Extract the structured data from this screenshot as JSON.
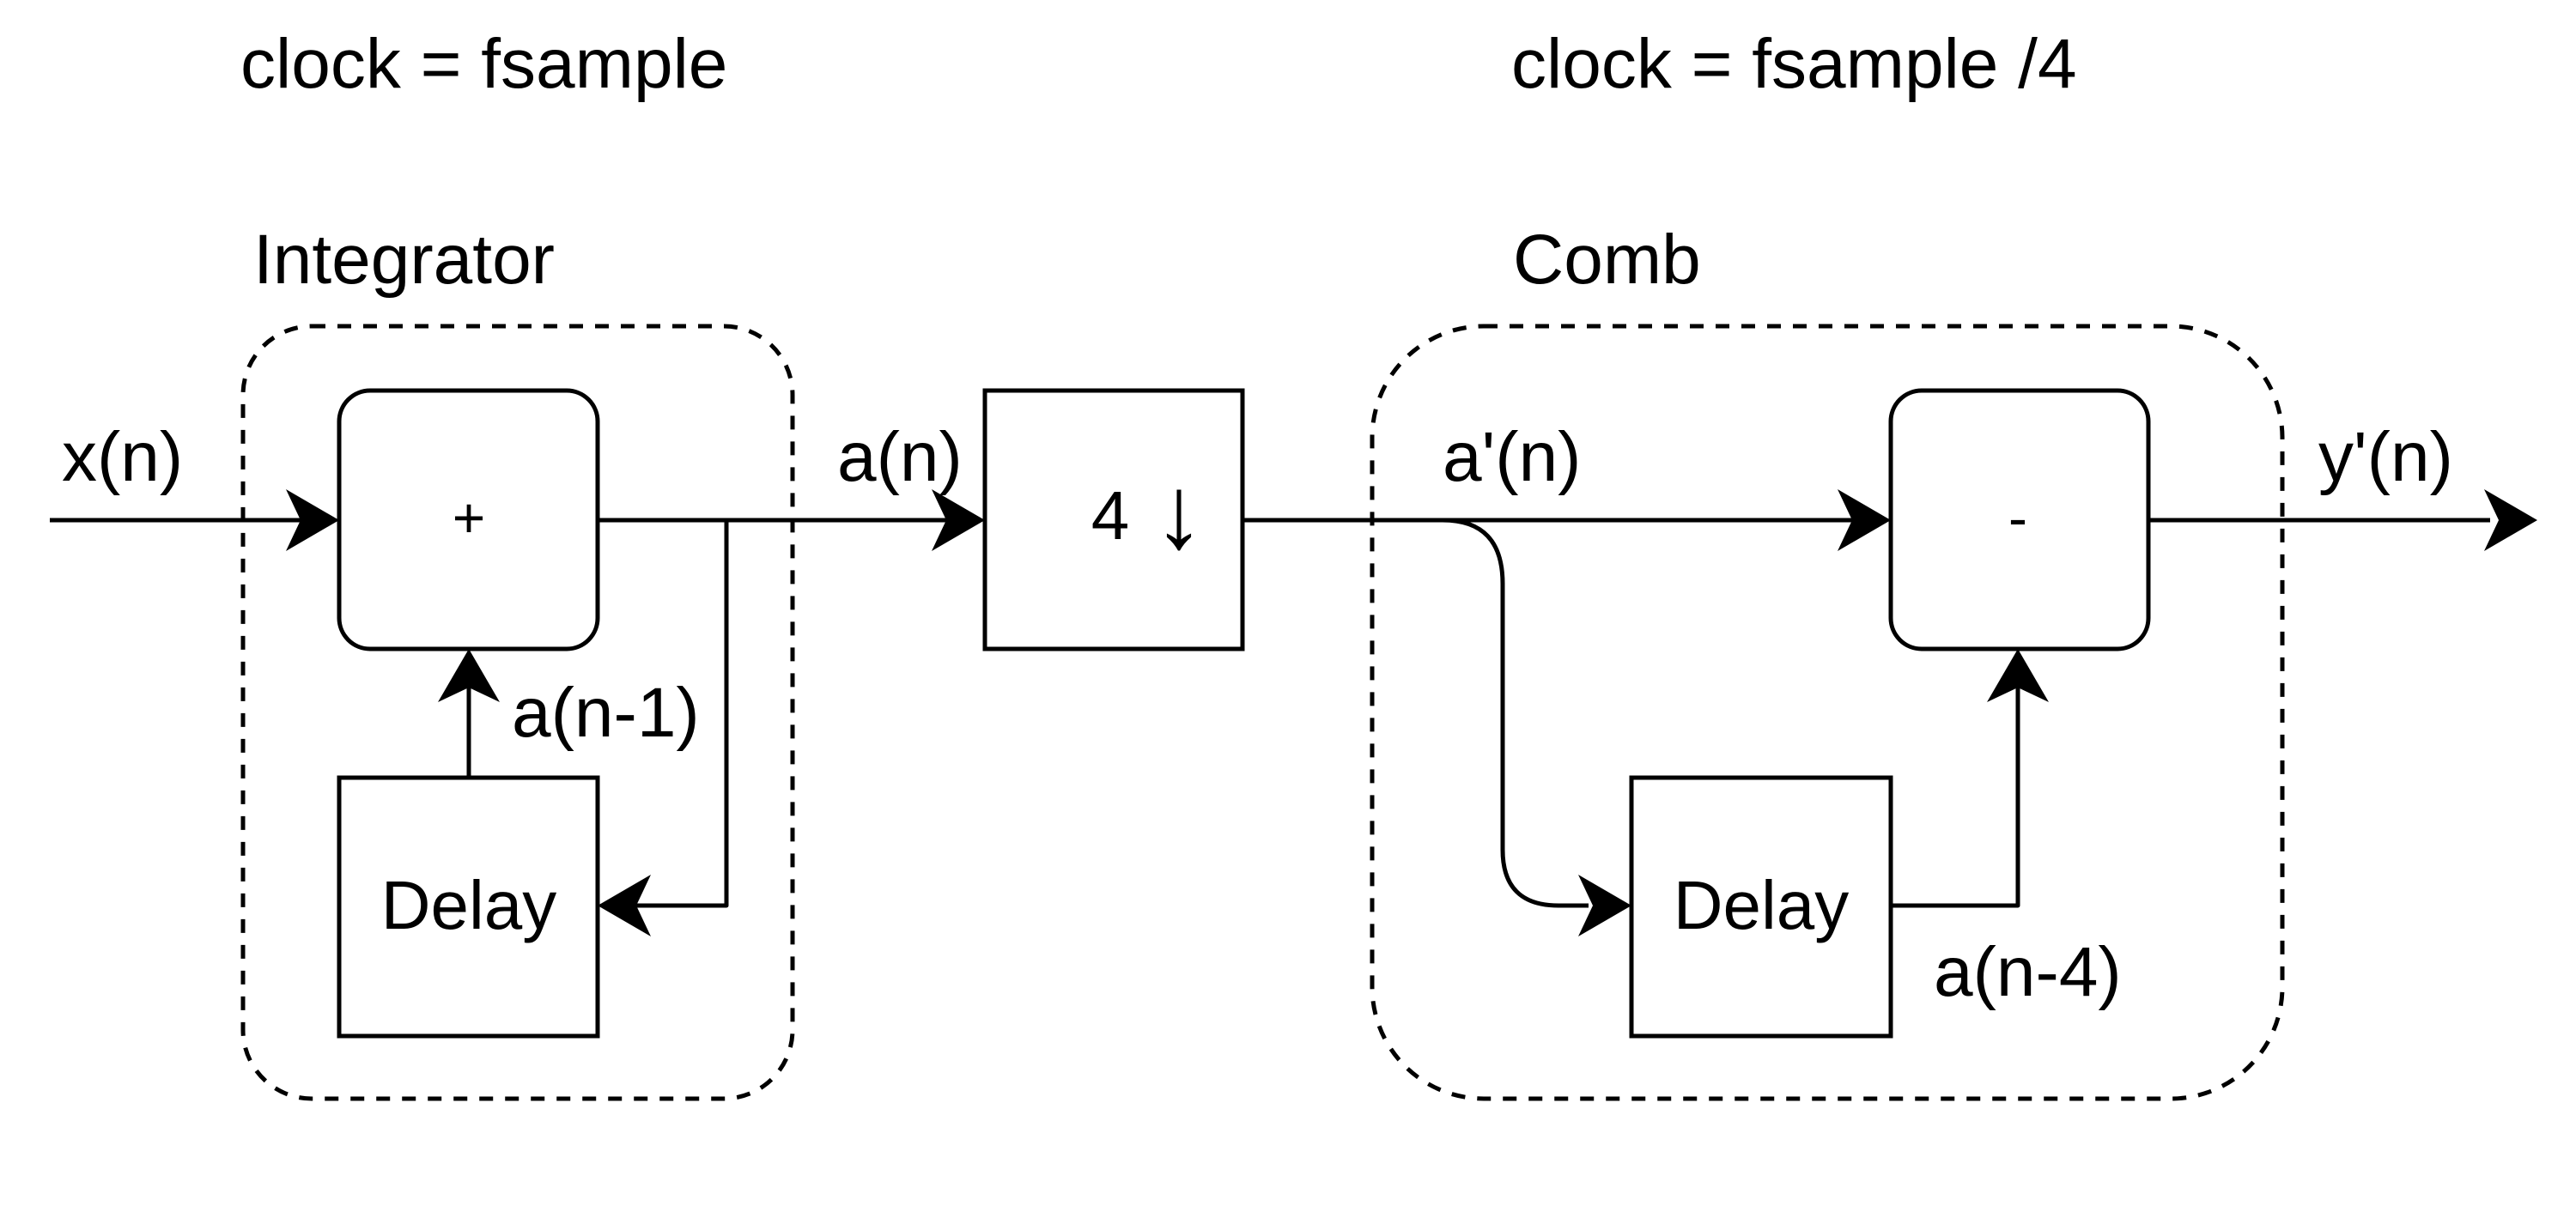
{
  "clock_labels": {
    "integrator_clock": "clock = fsample",
    "comb_clock": "clock = fsample /4"
  },
  "groups": {
    "integrator_title": "Integrator",
    "comb_title": "Comb"
  },
  "blocks": {
    "adder_symbol": "+",
    "integrator_delay": "Delay",
    "decimator_factor": "4",
    "decimator_arrow": "↓",
    "subtractor_symbol": "-",
    "comb_delay": "Delay"
  },
  "signals": {
    "input": "x(n)",
    "integrator_output": "a(n)",
    "integrator_feedback": "a(n-1)",
    "decimated": "a'(n)",
    "comb_delayed": "a(n-4)",
    "output": "y'(n)"
  }
}
